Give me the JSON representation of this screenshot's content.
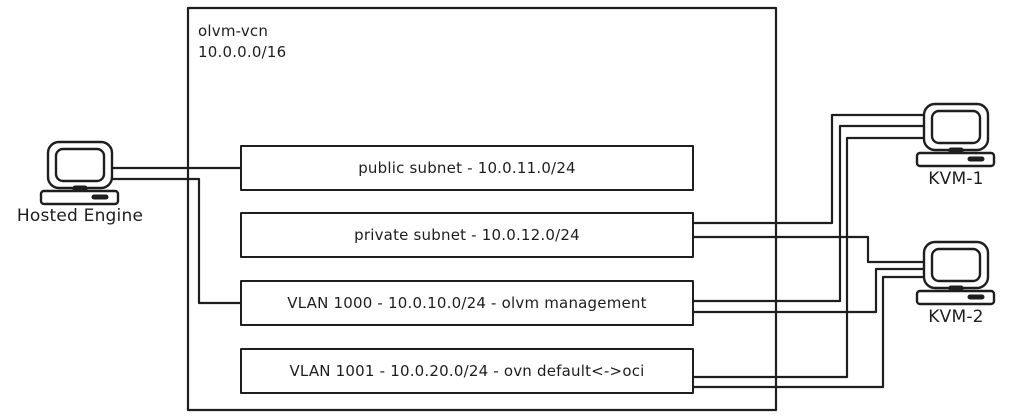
{
  "colors": {
    "stroke": "#1e1e1e",
    "background": "#ffffff"
  },
  "vcn": {
    "name": "olvm-vcn",
    "cidr": "10.0.0.0/16",
    "subnets": [
      {
        "id": "public-subnet",
        "label": "public subnet - 10.0.11.0/24"
      },
      {
        "id": "private-subnet",
        "label": "private subnet - 10.0.12.0/24"
      },
      {
        "id": "vlan-1000",
        "label": "VLAN 1000 - 10.0.10.0/24 - olvm management"
      },
      {
        "id": "vlan-1001",
        "label": "VLAN 1001 - 10.0.20.0/24 - ovn default<->oci"
      }
    ]
  },
  "hosts": [
    {
      "id": "hosted-engine",
      "label": "Hosted Engine"
    },
    {
      "id": "kvm-1",
      "label": "KVM-1"
    },
    {
      "id": "kvm-2",
      "label": "KVM-2"
    }
  ],
  "connections": [
    {
      "from": "hosted-engine",
      "to": "public-subnet"
    },
    {
      "from": "hosted-engine",
      "to": "vlan-1000"
    },
    {
      "from": "kvm-1",
      "to": "private-subnet"
    },
    {
      "from": "kvm-1",
      "to": "vlan-1000"
    },
    {
      "from": "kvm-1",
      "to": "vlan-1001"
    },
    {
      "from": "kvm-2",
      "to": "private-subnet"
    },
    {
      "from": "kvm-2",
      "to": "vlan-1000"
    },
    {
      "from": "kvm-2",
      "to": "vlan-1001"
    }
  ]
}
